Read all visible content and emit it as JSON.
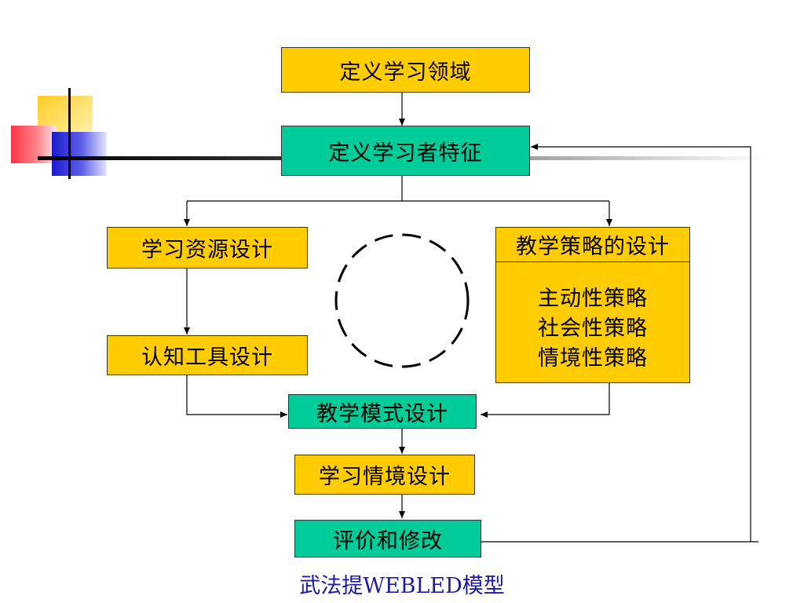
{
  "boxes": {
    "define_domain": "定义学习领域",
    "define_learner": "定义学习者特征",
    "resource_design": "学习资源设计",
    "cognitive_tool_design": "认知工具设计",
    "strategy_design": {
      "title": "教学策略的设计",
      "items": [
        "主动性策略",
        "社会性策略",
        "情境性策略"
      ]
    },
    "teaching_model_design": "教学模式设计",
    "learning_context_design": "学习情境设计",
    "evaluate_revise": "评价和修改"
  },
  "caption": "武法提WEBLED模型",
  "colors": {
    "yellow_box": "#ffcc00",
    "teal_box": "#00cc99",
    "caption": "#1a1aa8",
    "line": "#000000"
  }
}
